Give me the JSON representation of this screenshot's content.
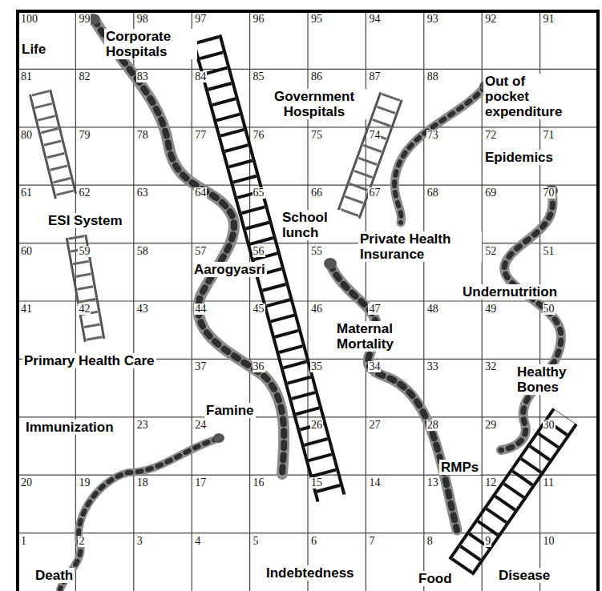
{
  "diagram": {
    "labels": [
      "100",
      "99",
      "98",
      "97",
      "96",
      "95",
      "94",
      "93",
      "92",
      "91",
      "81",
      "82",
      "83",
      "84",
      "85",
      "86",
      "87",
      "88",
      "80",
      "79",
      "78",
      "77",
      "76",
      "75",
      "74",
      "73",
      "72",
      "71",
      "61",
      "62",
      "63",
      "64",
      "65",
      "66",
      "67",
      "68",
      "69",
      "70",
      "60",
      "59",
      "58",
      "57",
      "56",
      "55",
      "52",
      "51",
      "41",
      "42",
      "43",
      "44",
      "45",
      "46",
      "47",
      "48",
      "49",
      "50",
      "37",
      "36",
      "35",
      "34",
      "33",
      "32",
      "23",
      "24",
      "26",
      "27",
      "28",
      "29",
      "30",
      "20",
      "19",
      "18",
      "17",
      "16",
      "15",
      "14",
      "13",
      "12",
      "11",
      "1",
      "2",
      "3",
      "4",
      "5",
      "6",
      "7",
      "8",
      "9",
      "10",
      "Life",
      "Corporate Hospitals",
      "Government Hospitals",
      "Out of pocket expenditure",
      "Epidemics",
      "ESI System",
      "School lunch",
      "Private Health Insurance",
      "Aarogyasri",
      "Undernutrition",
      "Maternal Mortality",
      "Primary Health Care",
      "Healthy Bones",
      "Immunization",
      "Famine",
      "RMPs",
      "Death",
      "Indebtedness",
      "Food",
      "Disease"
    ]
  }
}
